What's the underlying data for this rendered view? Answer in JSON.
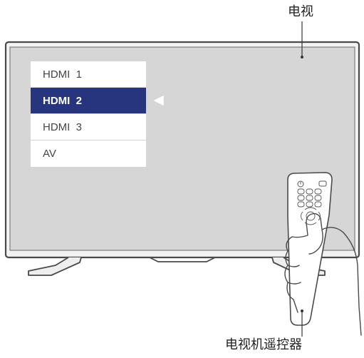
{
  "callouts": {
    "tv": "电视",
    "remote": "电视机遥控器"
  },
  "input_menu": {
    "items": [
      {
        "label": "HDMI  1",
        "selected": false
      },
      {
        "label": "HDMI  2",
        "selected": true
      },
      {
        "label": "HDMI  3",
        "selected": false
      },
      {
        "label": "AV",
        "selected": false
      }
    ]
  },
  "colors": {
    "screen": "#d6d6d6",
    "bezel": "#4a4a4a",
    "menu_selected": "#27347e",
    "menu_background": "#ffffff",
    "line": "#333333"
  }
}
